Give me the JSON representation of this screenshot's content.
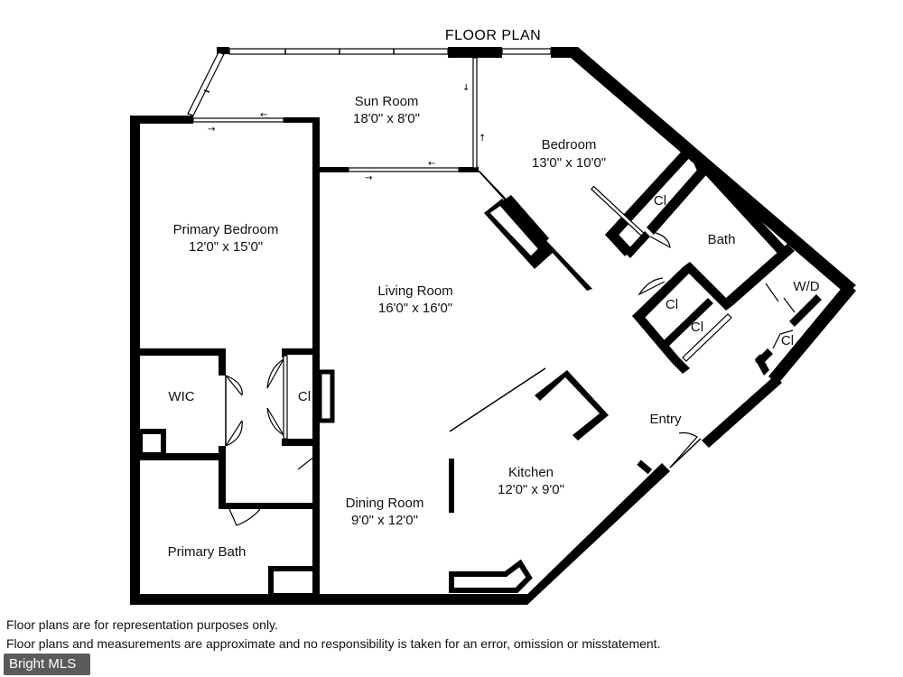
{
  "title": "FLOOR PLAN",
  "rooms": {
    "sun_room": {
      "name": "Sun Room",
      "dims": "18'0\" x 8'0\""
    },
    "bedroom": {
      "name": "Bedroom",
      "dims": "13'0\" x 10'0\""
    },
    "primary_bedroom": {
      "name": "Primary Bedroom",
      "dims": "12'0\" x 15'0\""
    },
    "living_room": {
      "name": "Living Room",
      "dims": "16'0\" x 16'0\""
    },
    "bath": {
      "name": "Bath"
    },
    "wd": {
      "name": "W/D"
    },
    "closet_bedroom": {
      "name": "Cl"
    },
    "closet_hall_1": {
      "name": "Cl"
    },
    "closet_hall_2": {
      "name": "Cl"
    },
    "closet_wd": {
      "name": "Cl"
    },
    "closet_primary": {
      "name": "Cl"
    },
    "wic": {
      "name": "WIC"
    },
    "entry": {
      "name": "Entry"
    },
    "kitchen": {
      "name": "Kitchen",
      "dims": "12'0\" x 9'0\""
    },
    "dining_room": {
      "name": "Dining Room",
      "dims": "9'0\" x 12'0\""
    },
    "primary_bath": {
      "name": "Primary Bath"
    }
  },
  "disclaimer": {
    "line1": "Floor plans are for representation purposes only.",
    "line2": "Floor plans and measurements are approximate and no responsibility is taken for an error, omission or misstatement."
  },
  "logo": {
    "text": "Bright MLS"
  }
}
